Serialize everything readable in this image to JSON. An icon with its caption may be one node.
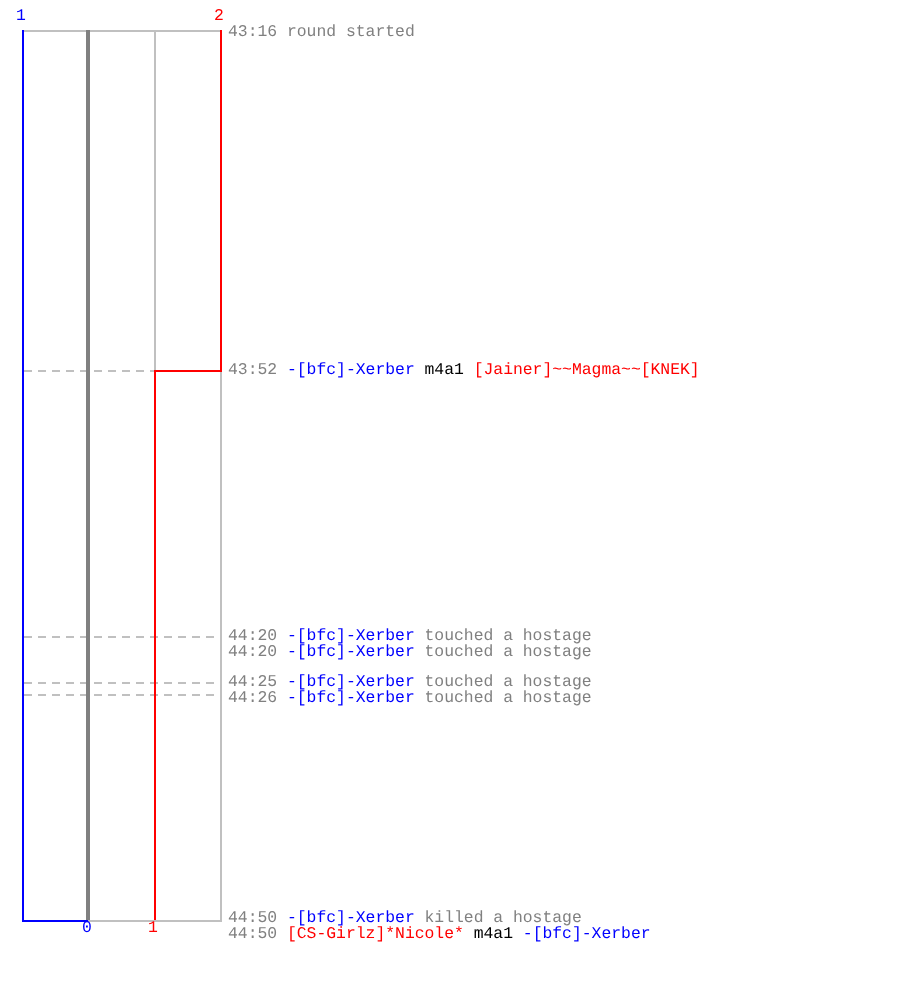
{
  "diagram": {
    "labels": [
      "1",
      "2",
      "43:16",
      "round started",
      "43:52",
      "-[bfc]-Xerber",
      "m4a1",
      "[Jainer]~~Magma~~[KNEK]",
      "44:20",
      "-[bfc]-Xerber",
      "touched a hostage",
      "44:20",
      "-[bfc]-Xerber",
      "touched a hostage",
      "44:25",
      "-[bfc]-Xerber",
      "touched a hostage",
      "44:26",
      "-[bfc]-Xerber",
      "touched a hostage",
      "44:50",
      "-[bfc]-Xerber",
      "killed a hostage",
      "0",
      "1",
      "44:50",
      "[CS-Girlz]*Nicole*",
      "m4a1",
      "-[bfc]-Xerber"
    ]
  }
}
